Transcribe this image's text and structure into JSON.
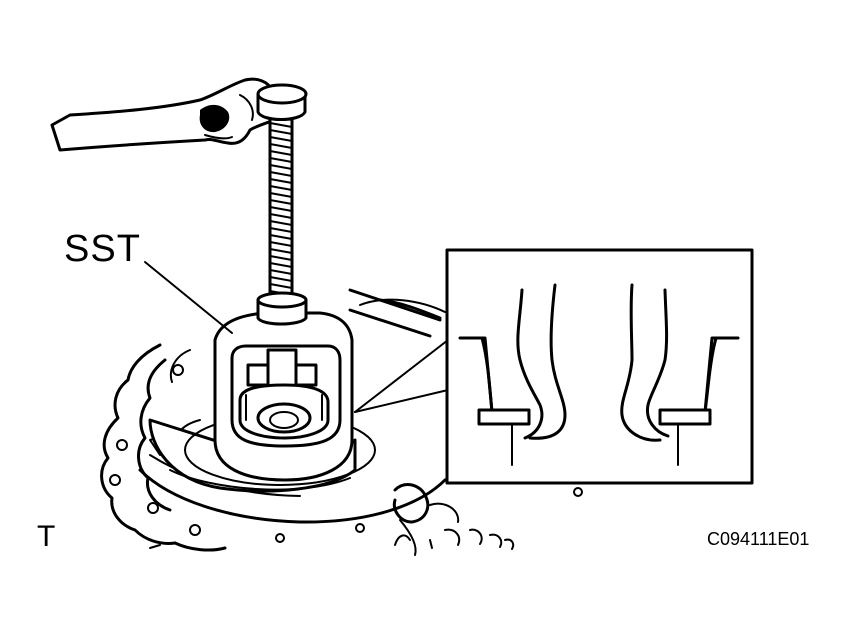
{
  "labels": {
    "tool": "SST",
    "corner": "T",
    "figure_code": "C094111E01"
  },
  "colors": {
    "line": "#000000",
    "background": "#ffffff"
  }
}
